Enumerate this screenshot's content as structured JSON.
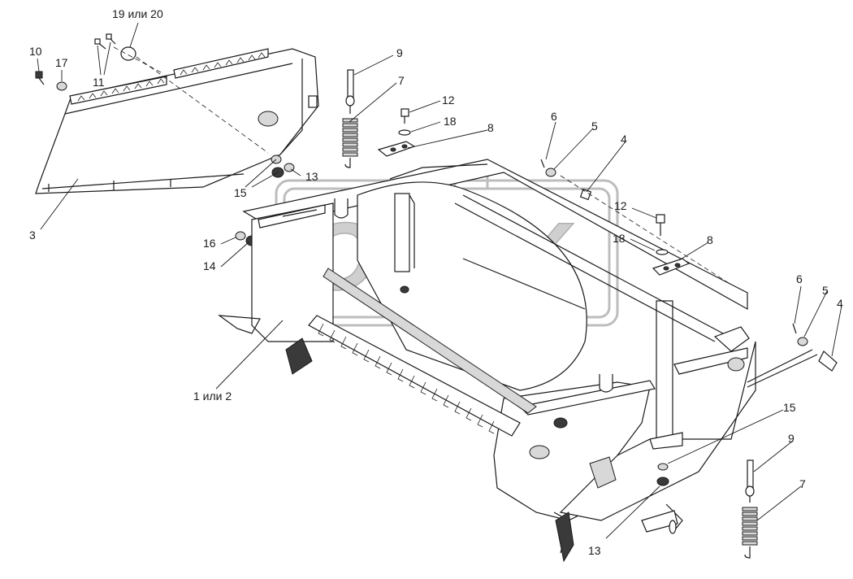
{
  "watermark": {
    "text": "OPEX"
  },
  "callouts": [
    {
      "id": "c-19-20",
      "text": "19 или 20"
    },
    {
      "id": "c-10",
      "text": "10"
    },
    {
      "id": "c-17",
      "text": "17"
    },
    {
      "id": "c-11",
      "text": "11"
    },
    {
      "id": "c-3",
      "text": "3"
    },
    {
      "id": "c-9a",
      "text": "9"
    },
    {
      "id": "c-7a",
      "text": "7"
    },
    {
      "id": "c-12a",
      "text": "12"
    },
    {
      "id": "c-18a",
      "text": "18"
    },
    {
      "id": "c-8a",
      "text": "8"
    },
    {
      "id": "c-6a",
      "text": "6"
    },
    {
      "id": "c-5a",
      "text": "5"
    },
    {
      "id": "c-4a",
      "text": "4"
    },
    {
      "id": "c-13a",
      "text": "13"
    },
    {
      "id": "c-15a",
      "text": "15"
    },
    {
      "id": "c-16",
      "text": "16"
    },
    {
      "id": "c-14",
      "text": "14"
    },
    {
      "id": "c-12b",
      "text": "12"
    },
    {
      "id": "c-18b",
      "text": "18"
    },
    {
      "id": "c-8b",
      "text": "8"
    },
    {
      "id": "c-6b",
      "text": "6"
    },
    {
      "id": "c-5b",
      "text": "5"
    },
    {
      "id": "c-4b",
      "text": "4"
    },
    {
      "id": "c-1-2",
      "text": "1 или 2"
    },
    {
      "id": "c-15b",
      "text": "15"
    },
    {
      "id": "c-9b",
      "text": "9"
    },
    {
      "id": "c-7b",
      "text": "7"
    },
    {
      "id": "c-13b",
      "text": "13"
    }
  ]
}
